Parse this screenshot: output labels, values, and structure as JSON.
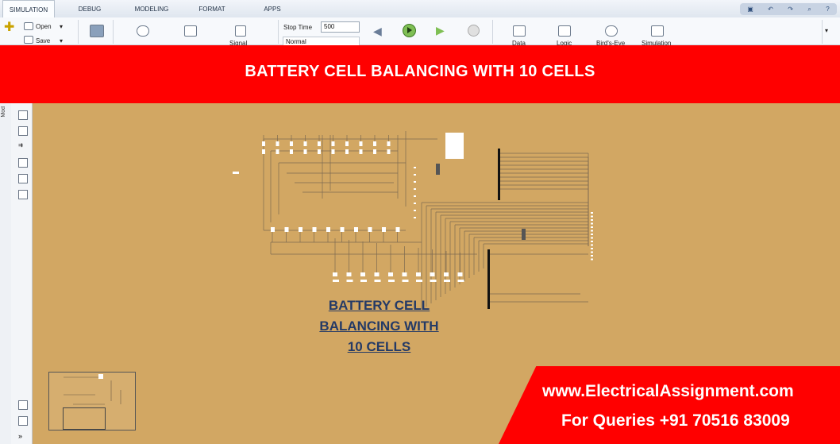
{
  "tabs": [
    "SIMULATION",
    "DEBUG",
    "MODELING",
    "FORMAT",
    "APPS"
  ],
  "toolstrip": {
    "open_label": "Open",
    "save_label": "Save",
    "stop_time_label": "Stop Time",
    "stop_time_value": "500",
    "mode_value": "Normal",
    "labels_partial": [
      "Signal",
      "Data",
      "Logic",
      "Bird's-Eye",
      "Simulation"
    ]
  },
  "banner_title": "BATTERY CELL BALANCING WITH 10 CELLS",
  "model": {
    "title_lines": [
      "BATTERY CELL",
      "BALANCING WITH",
      "10 CELLS"
    ]
  },
  "side_tab_label": "Mod",
  "footer": {
    "website": "www.ElectricalAssignment.com",
    "queries": "For Queries +91 70516 83009"
  },
  "colors": {
    "banner": "#ff0000",
    "canvas": "#d2a763",
    "title_text": "#243a66"
  },
  "icons": [
    "new-model-icon",
    "open-icon",
    "save-icon",
    "library-icon",
    "signal-icon",
    "step-back-icon",
    "run-icon",
    "step-forward-icon",
    "stop-icon",
    "data-inspector-icon",
    "logic-analyzer-icon",
    "birds-eye-icon",
    "simulation-manager-icon",
    "zoom-icon",
    "fit-view-icon",
    "arrow-icon",
    "image-icon",
    "comment-icon",
    "checkbox-icon"
  ]
}
